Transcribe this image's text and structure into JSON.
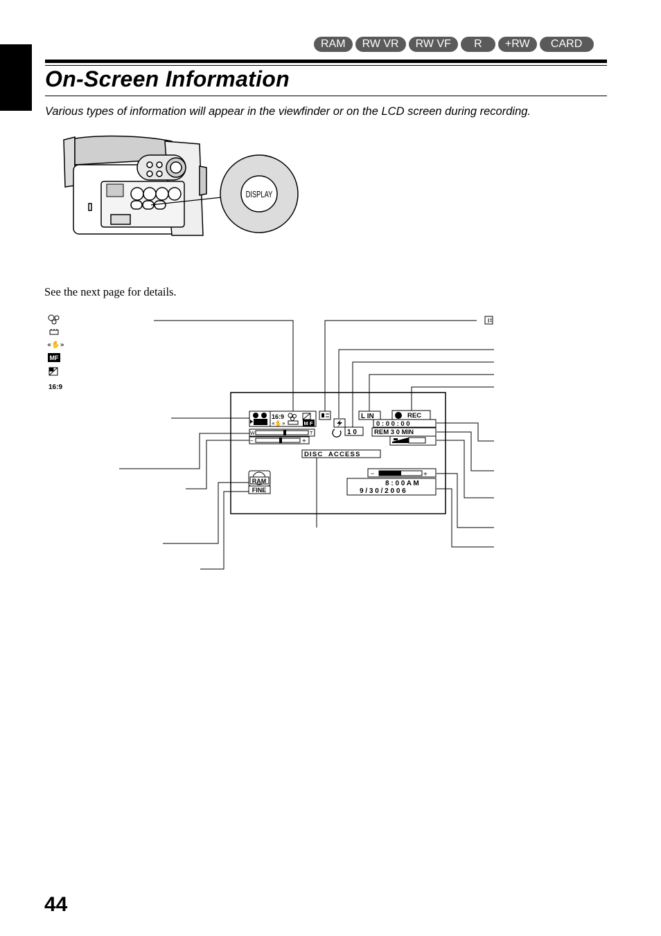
{
  "header": {
    "format_tabs": [
      "RAM",
      "RW VR",
      "RW VF",
      "R",
      "+RW",
      "CARD"
    ],
    "title": "On-Screen Information"
  },
  "intro_text": "Various types of information will appear in the viewfinder or on the LCD screen during recording.",
  "camera_illustration": {
    "button_label": "DISPLAY"
  },
  "see_next": "See the next page for details.",
  "side_icons": [
    "face-detect-icon",
    "backlight-icon",
    "image-stabilizer-icon",
    "manual-focus-icon",
    "picture-effect-icon",
    "widescreen-16-9-icon"
  ],
  "screen": {
    "widescreen": "16:9",
    "mf": "M F",
    "zoom_w": "W",
    "zoom_t": "T",
    "minus": "−",
    "plus": "+",
    "self_timer": "1 0",
    "line_in": "L IN",
    "rec": "REC",
    "counter": "0 : 0 0 : 0 0",
    "remaining": "REM 3 0 MIN",
    "disc_access": "DISC  ACCESS",
    "disc_type": "RAM",
    "quality": "FINE",
    "time": "8 : 0 0 A M",
    "date": "9 / 3 0 / 2 0 0 6"
  },
  "page_number": "44"
}
